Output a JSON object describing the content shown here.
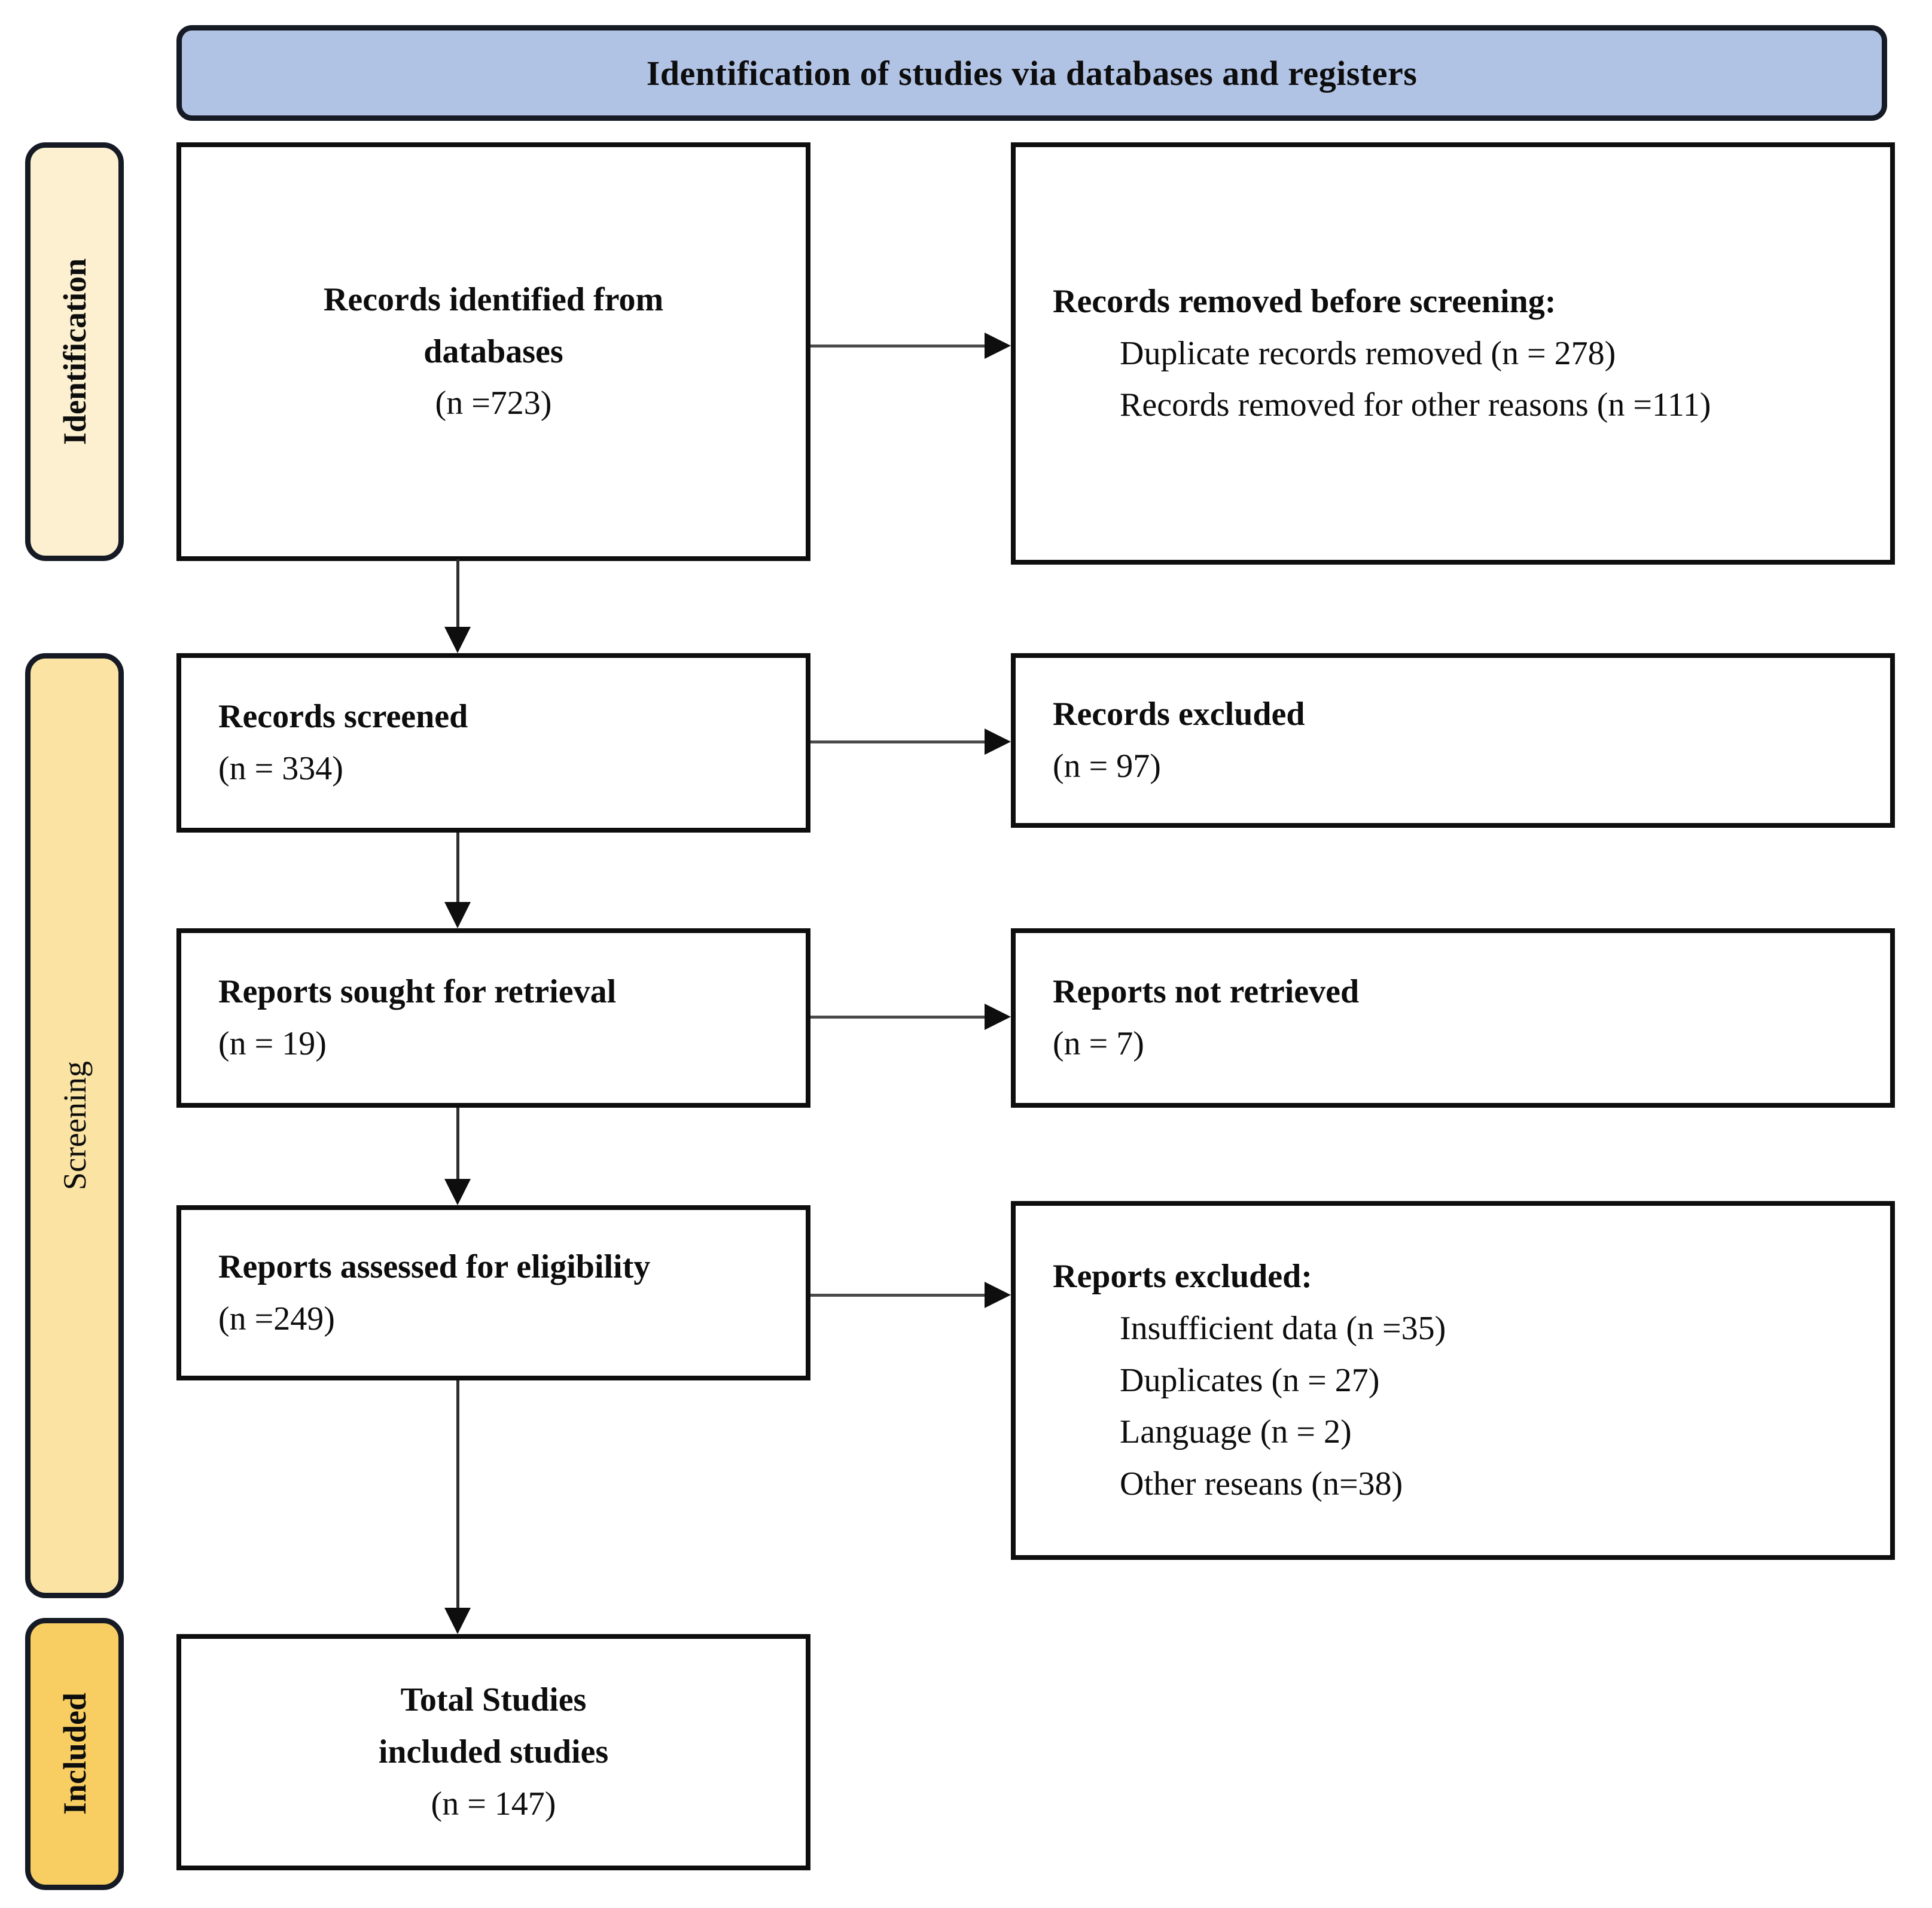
{
  "header": {
    "title": "Identification of studies via databases and registers"
  },
  "sidebar": {
    "stages": [
      {
        "label": "Identification"
      },
      {
        "label": "Screening"
      },
      {
        "label": "Included"
      }
    ]
  },
  "boxes": {
    "records_identified": {
      "title": "Records identified from\ndatabases",
      "count": "(n =723)"
    },
    "records_removed": {
      "title": "Records removed before screening:",
      "items": [
        "Duplicate records removed (n = 278)",
        "Records removed for other reasons (n =111)"
      ]
    },
    "records_screened": {
      "title": "Records screened",
      "count": "(n = 334)"
    },
    "records_excluded": {
      "title": "Records excluded",
      "count": "(n = 97)"
    },
    "reports_sought": {
      "title": "Reports sought for retrieval",
      "count": "(n = 19)"
    },
    "reports_not_retrieved": {
      "title": "Reports not retrieved",
      "count": "(n = 7)"
    },
    "reports_assessed": {
      "title": "Reports assessed for eligibility",
      "count": "(n =249)"
    },
    "reports_excluded": {
      "title": "Reports excluded:",
      "items": [
        "Insufficient data (n =35)",
        "Duplicates (n = 27)",
        "Language (n = 2)",
        "Other reseans (n=38)"
      ]
    },
    "total_included": {
      "title": "Total Studies\nincluded studies",
      "count": "(n = 147)"
    }
  },
  "colors": {
    "header_fill": "#b1c3e5",
    "identification_fill": "#fcf0d0",
    "screening_fill": "#fae3a3",
    "included_fill": "#f8ce63",
    "box_border": "#0e0e0e",
    "tab_border": "#151a24",
    "arrow": "#2e2e2e"
  }
}
